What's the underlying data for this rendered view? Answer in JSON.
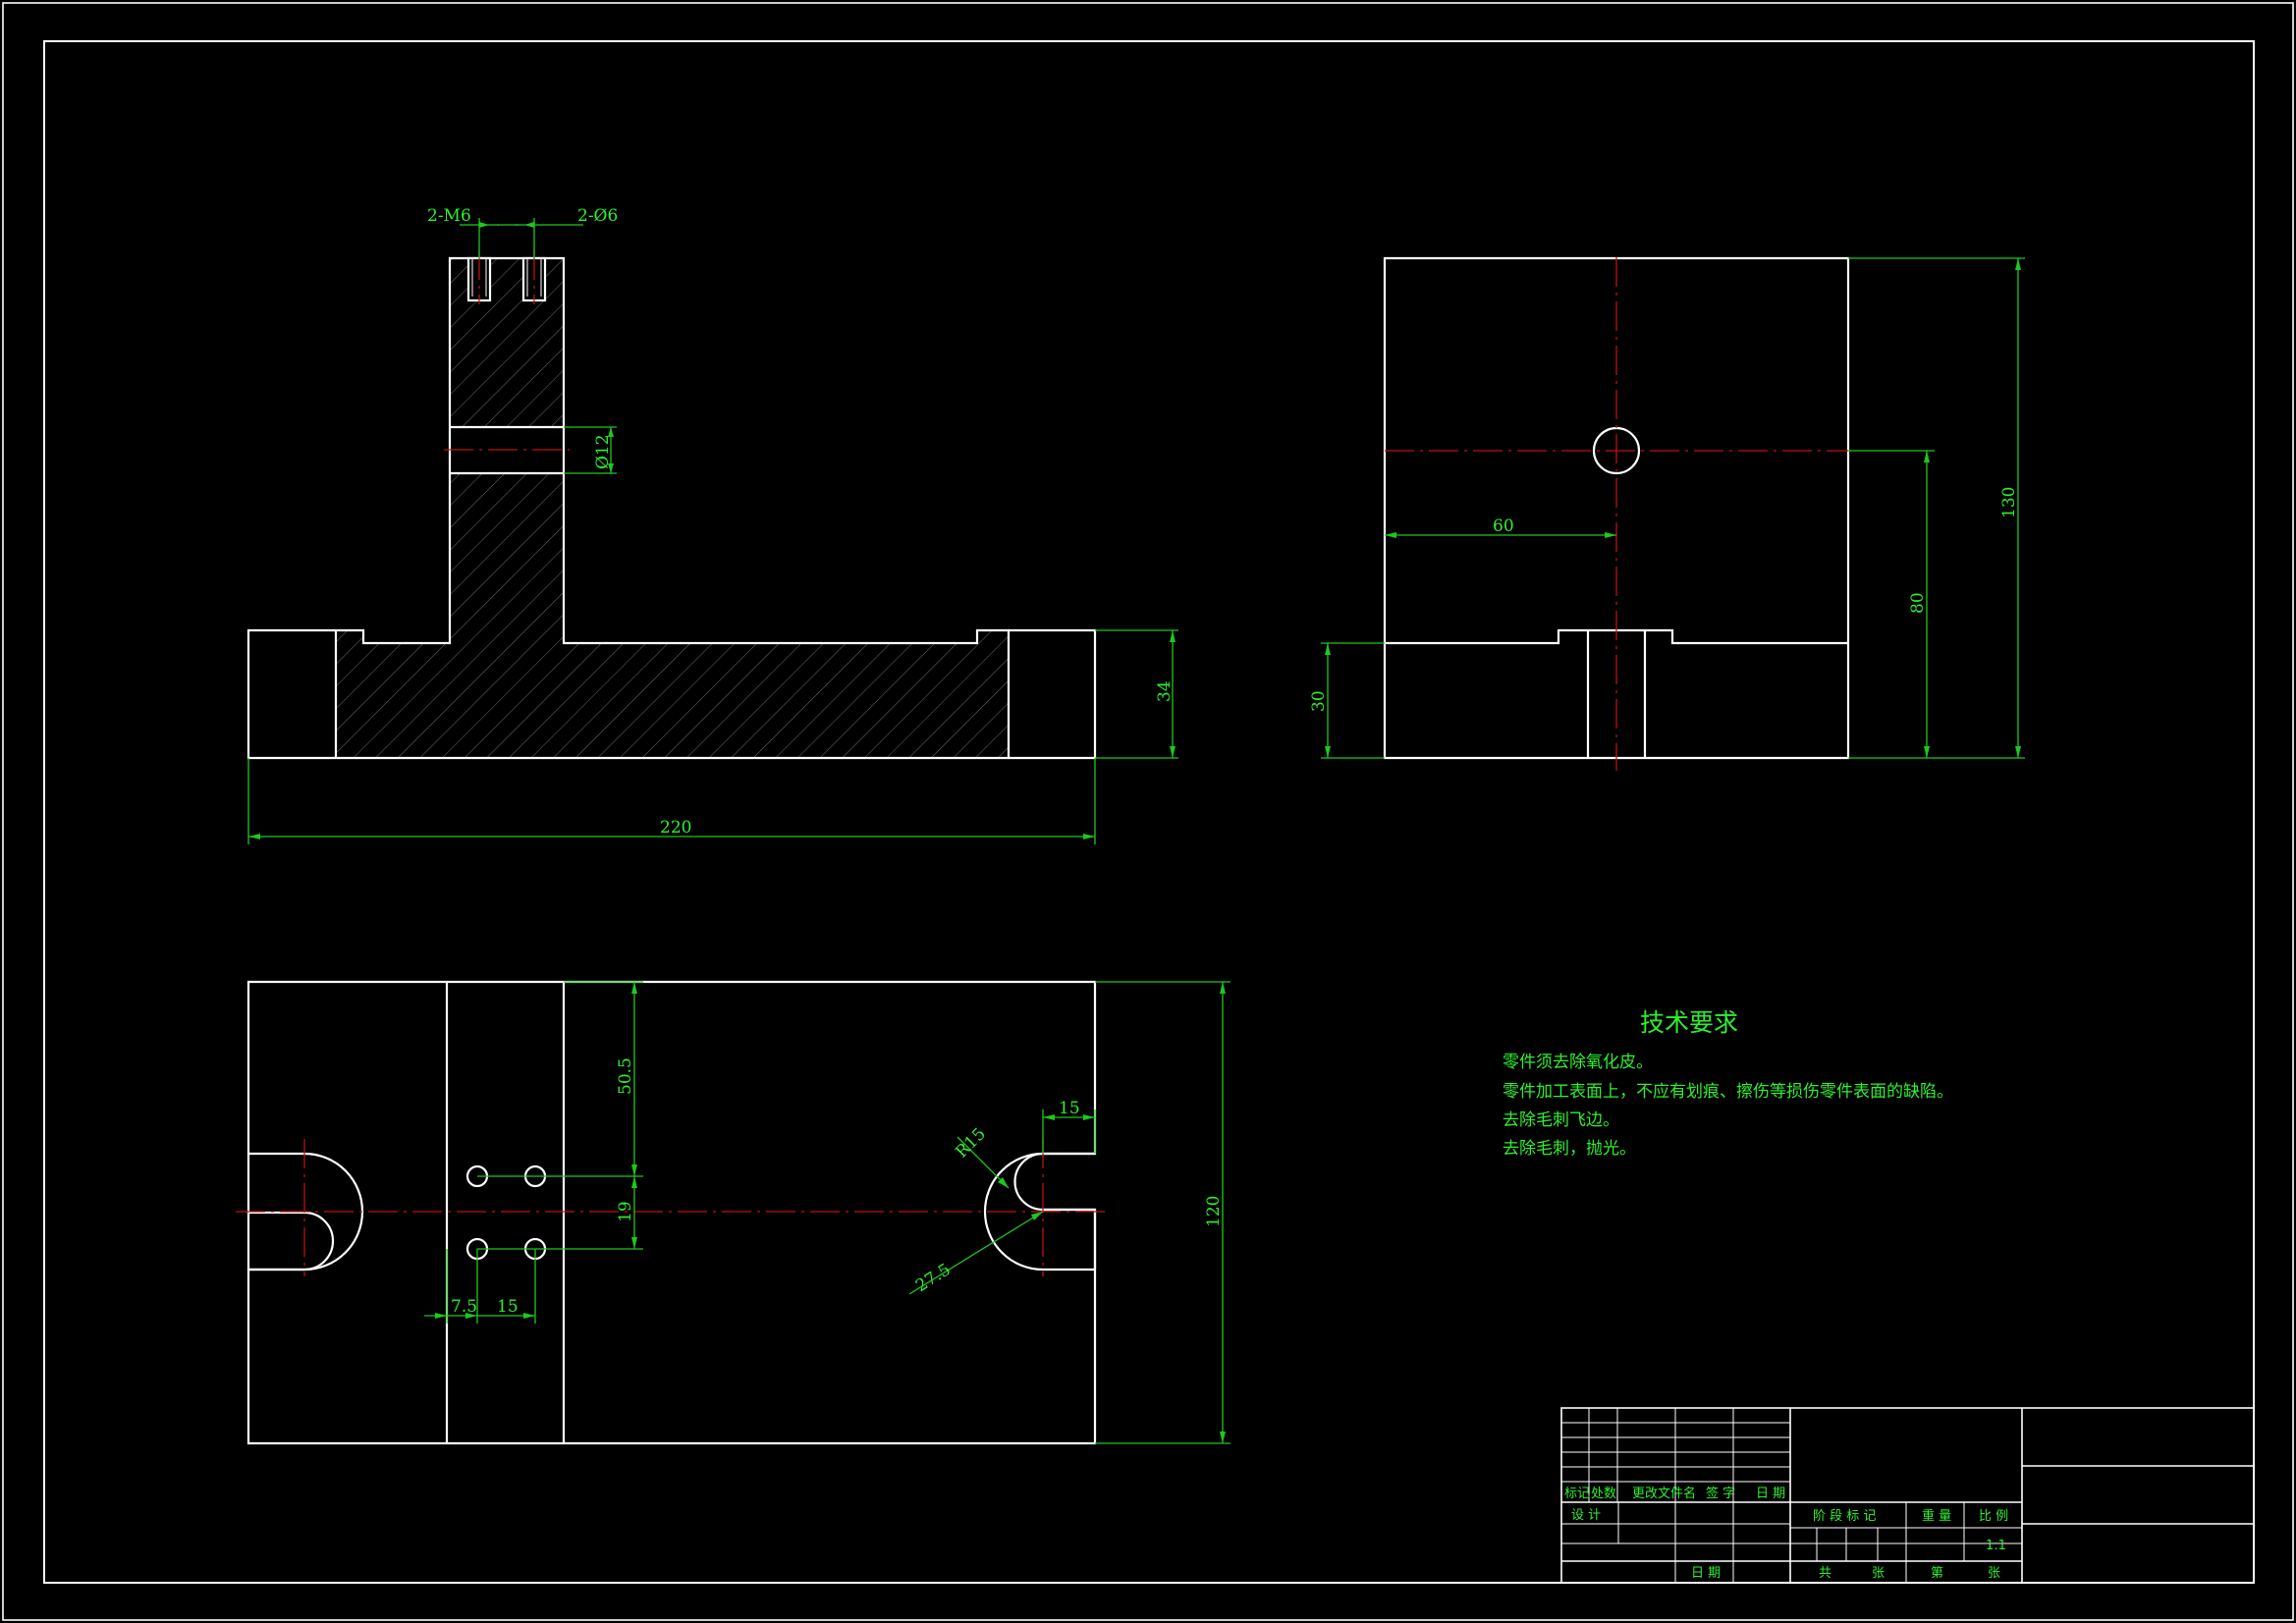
{
  "dims": {
    "thread": "2-M6",
    "drill": "2-Ø6",
    "hole_dia": "Ø12",
    "height_front": "34",
    "length": "220",
    "side_left": "60",
    "side_height": "130",
    "side_hole": "80",
    "side_base": "30",
    "top_offset": "50.5",
    "top_pitch_v": "19",
    "top_a": "7.5",
    "top_b": "15",
    "slot_r": "R15",
    "slot_w": "15",
    "slot_depth": "27.5",
    "width": "120"
  },
  "notes": {
    "title": "技术要求",
    "items": [
      "零件须去除氧化皮。",
      "零件加工表面上，不应有划痕、擦伤等损伤零件表面的缺陷。",
      "去除毛刺飞边。",
      "去除毛刺，抛光。"
    ]
  },
  "title_block": {
    "rev_headers": [
      "标记",
      "处数",
      "更改文件名",
      "签 字",
      "日 期"
    ],
    "design": "设 计",
    "date": "日 期",
    "stage": "阶 段 标 记",
    "weight": "重 量",
    "scale_label": "比 例",
    "scale": "1:1",
    "total": "共",
    "sheet_unit_1": "张",
    "page": "第",
    "sheet_unit_2": "张"
  },
  "colors": {
    "background": "#000000",
    "outline": "#ffffff",
    "dimension": "#1ec81e",
    "centerline": "#c01010"
  }
}
